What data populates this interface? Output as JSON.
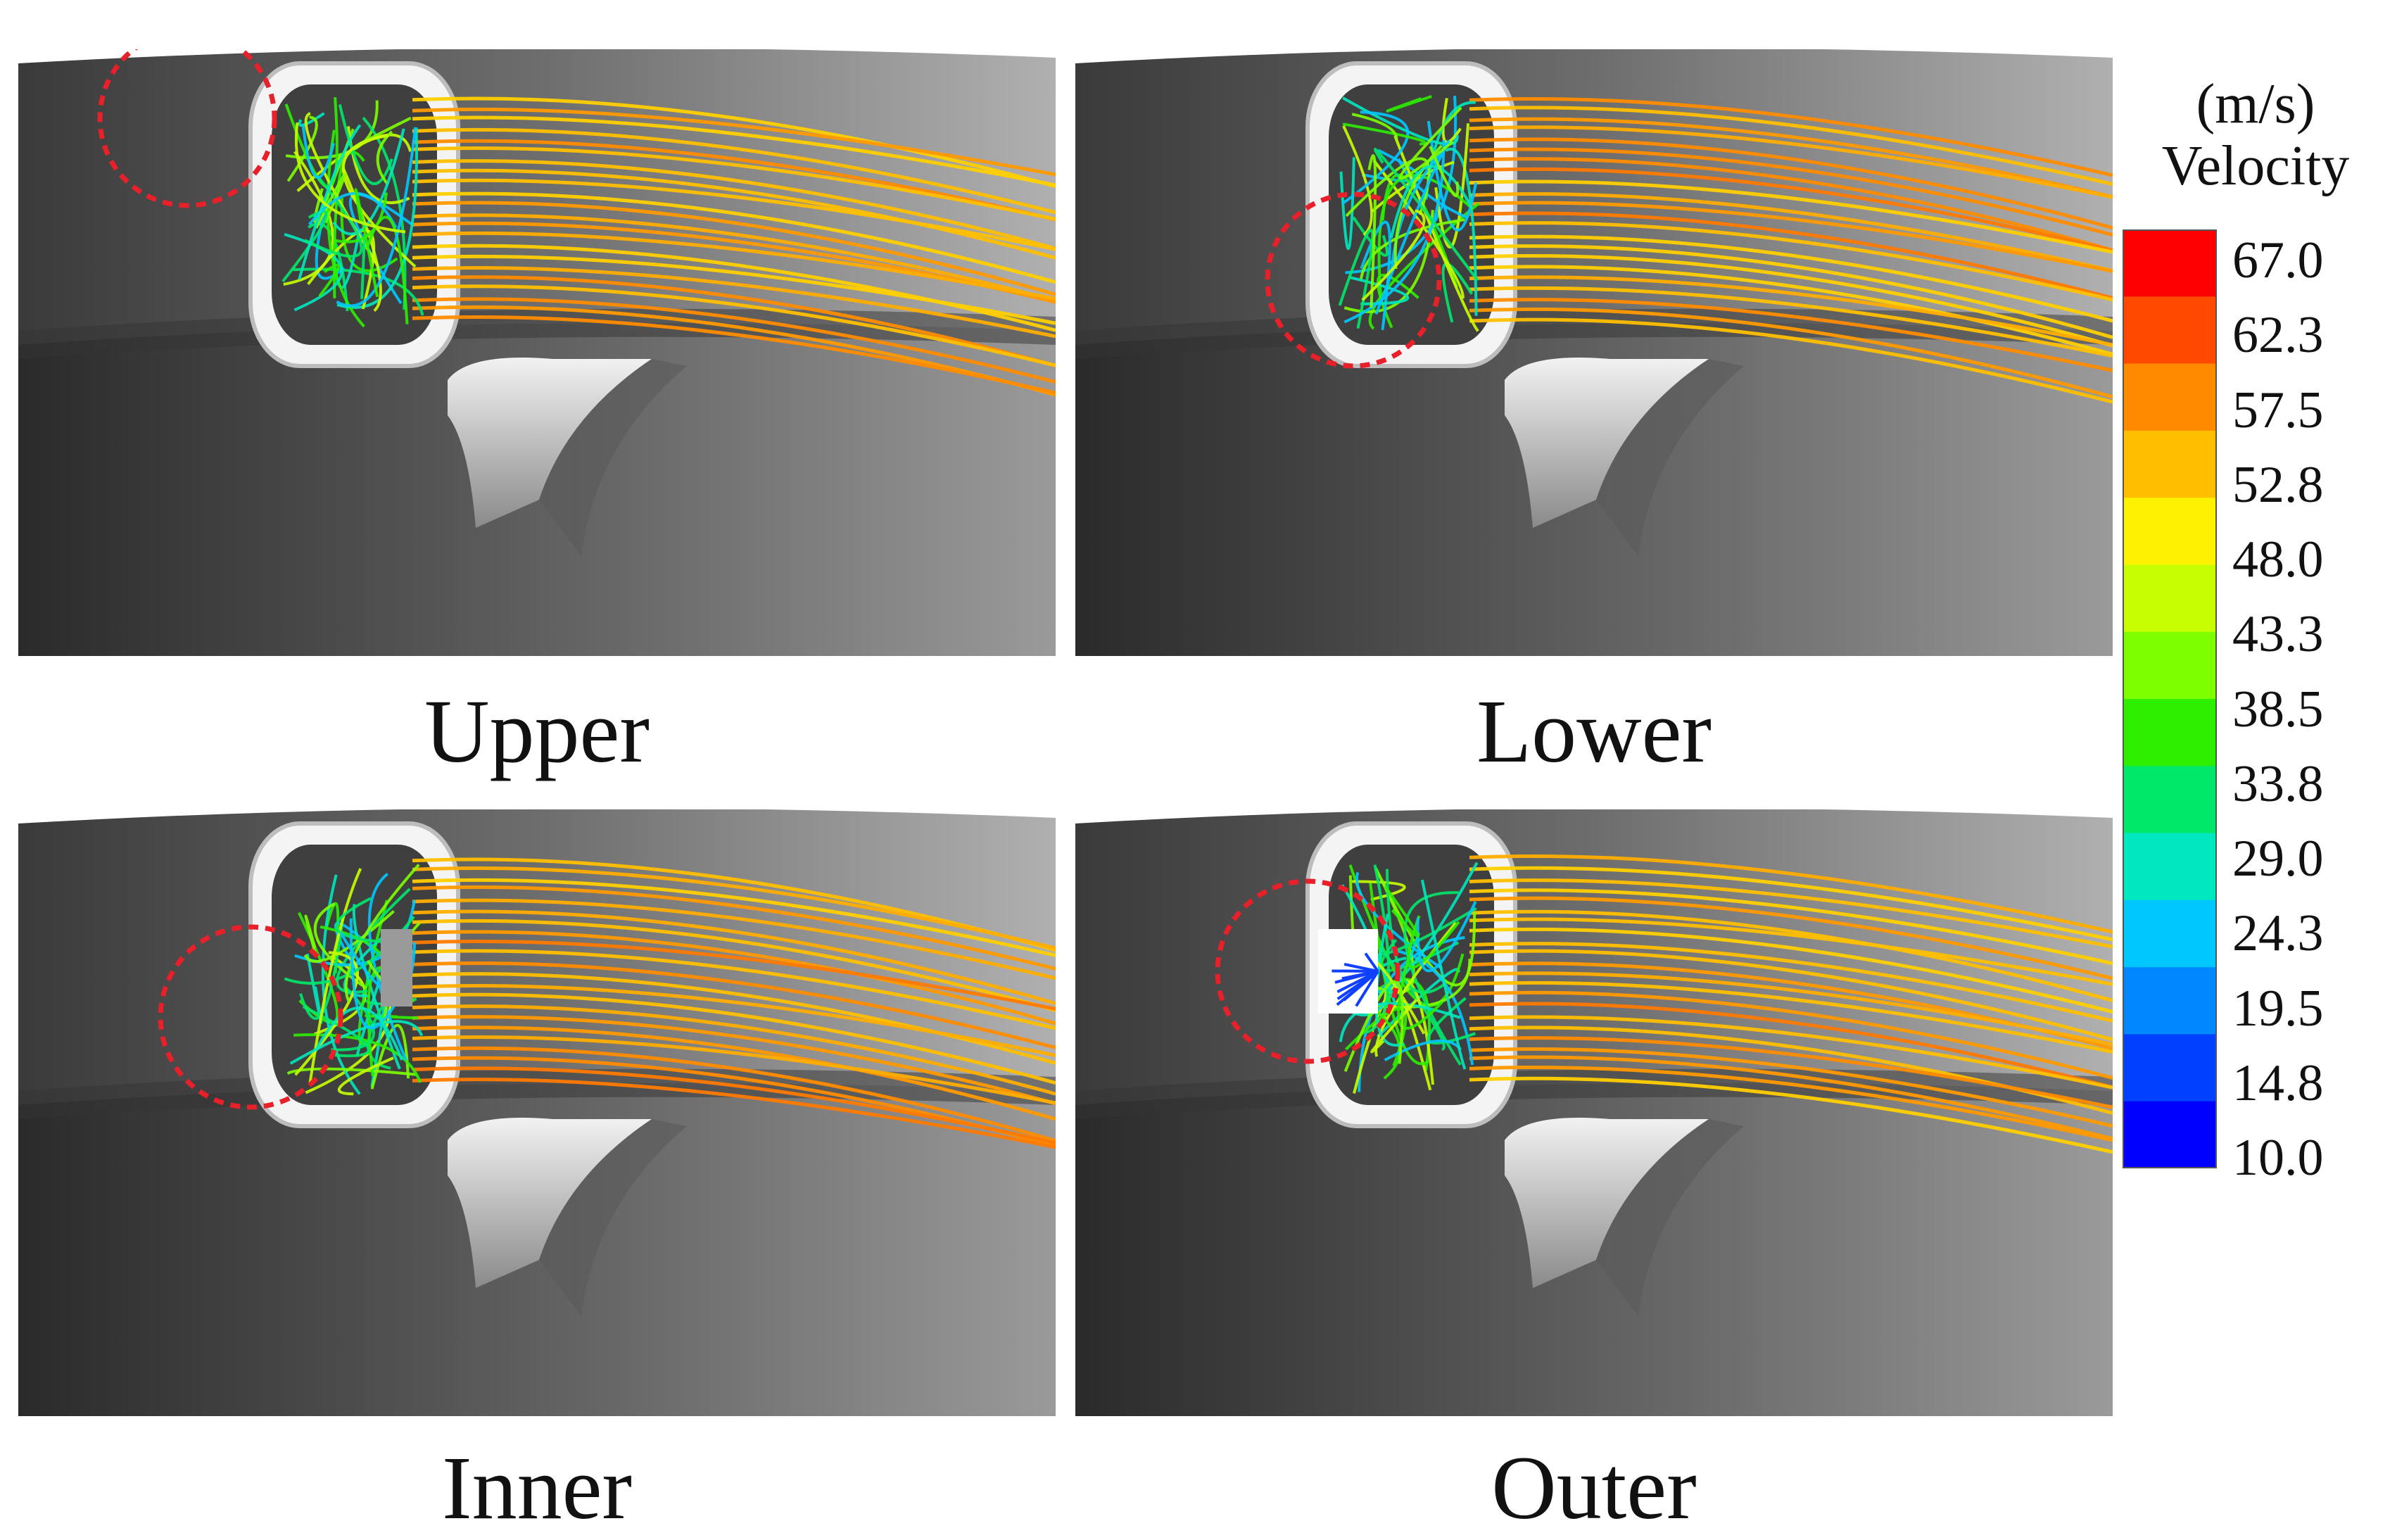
{
  "panels": [
    {
      "id": "upper",
      "caption": "Upper",
      "highlight": "upper-left"
    },
    {
      "id": "lower",
      "caption": "Lower",
      "highlight": "lower-left"
    },
    {
      "id": "inner",
      "caption": "Inner",
      "highlight": "center"
    },
    {
      "id": "outer",
      "caption": "Outer",
      "highlight": "center-left"
    }
  ],
  "legend": {
    "unit": "(m/s)",
    "label": "Velocity",
    "ticks": [
      "67.0",
      "62.3",
      "57.5",
      "52.8",
      "48.0",
      "43.3",
      "38.5",
      "33.8",
      "29.0",
      "24.3",
      "19.5",
      "14.8",
      "10.0"
    ],
    "min": 10.0,
    "max": 67.0,
    "colors": [
      "#ff0000",
      "#ff4a00",
      "#ff8a00",
      "#ffbf00",
      "#fff200",
      "#c8ff00",
      "#7dff00",
      "#2cf000",
      "#00e86a",
      "#00e8c0",
      "#00c8ff",
      "#0088ff",
      "#0040ff",
      "#0000ff"
    ]
  },
  "highlight_color": "#e8202a"
}
